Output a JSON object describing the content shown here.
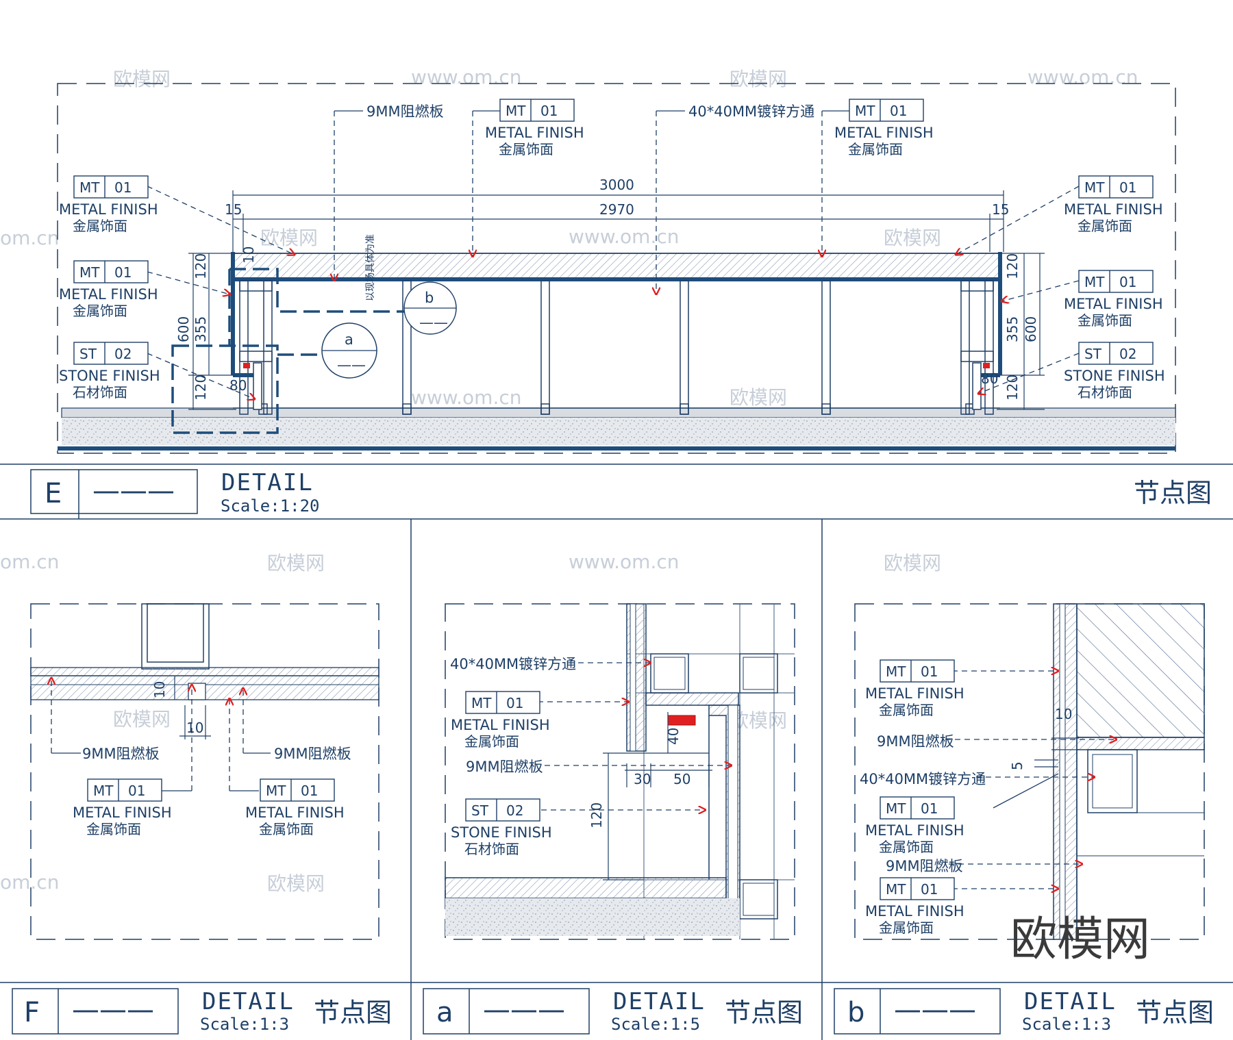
{
  "colors": {
    "line": "#1e3f66",
    "arrow": "#e02020",
    "ground": "#d9dde2",
    "hatch": "#9aa8bb",
    "thick": "#1e4d7b"
  },
  "e_panel": {
    "notes": {
      "board_9mm": "9MM阻燃板",
      "tube_40": "40*40MM镀锌方通",
      "top_left_mt": {
        "code": "MT",
        "num": "01",
        "en": "METAL FINISH",
        "cn": "金属饰面"
      },
      "top_right_mt": {
        "code": "MT",
        "num": "01",
        "en": "METAL FINISH",
        "cn": "金属饰面"
      },
      "left1": {
        "code": "MT",
        "num": "01",
        "en": "METAL FINISH",
        "cn": "金属饰面"
      },
      "left2": {
        "code": "MT",
        "num": "01",
        "en": "METAL FINISH",
        "cn": "金属饰面"
      },
      "left3": {
        "code": "ST",
        "num": "02",
        "en": "STONE FINISH",
        "cn": "石材饰面"
      },
      "right1": {
        "code": "MT",
        "num": "01",
        "en": "METAL FINISH",
        "cn": "金属饰面"
      },
      "right2": {
        "code": "MT",
        "num": "01",
        "en": "METAL FINISH",
        "cn": "金属饰面"
      },
      "right3": {
        "code": "ST",
        "num": "02",
        "en": "STONE FINISH",
        "cn": "石材饰面"
      },
      "vertical_note": "以现场具体为准"
    },
    "dims": {
      "overall": "3000",
      "inner": "2970",
      "left_edge": "15",
      "right_edge": "15",
      "h120": "120",
      "h10": "10",
      "h355": "355",
      "h600": "600",
      "h120b": "120",
      "w80": "80",
      "r120": "120",
      "r355": "355",
      "r600": "600",
      "r80": "80",
      "r120b": "120"
    },
    "callouts": {
      "a": "a",
      "b": "b",
      "dash": "——"
    },
    "title": {
      "letter": "E",
      "dash": "———",
      "detail": "DETAIL",
      "scale": "Scale:1:20",
      "cn": "节点图"
    }
  },
  "f_panel": {
    "board_left": "9MM阻燃板",
    "board_right": "9MM阻燃板",
    "mt_left": {
      "code": "MT",
      "num": "01",
      "en": "METAL FINISH",
      "cn": "金属饰面"
    },
    "mt_right": {
      "code": "MT",
      "num": "01",
      "en": "METAL FINISH",
      "cn": "金属饰面"
    },
    "dim_gap": "10",
    "dim_thk": "10",
    "title": {
      "letter": "F",
      "dash": "———",
      "detail": "DETAIL",
      "scale": "Scale:1:3",
      "cn": "节点图"
    }
  },
  "a_panel": {
    "tube": "40*40MM镀锌方通",
    "mt": {
      "code": "MT",
      "num": "01",
      "en": "METAL FINISH",
      "cn": "金属饰面"
    },
    "board": "9MM阻燃板",
    "st": {
      "code": "ST",
      "num": "02",
      "en": "STONE FINISH",
      "cn": "石材饰面"
    },
    "dims": {
      "d30": "30",
      "d50": "50",
      "d40": "40",
      "d120": "120"
    },
    "title": {
      "letter": "a",
      "dash": "———",
      "detail": "DETAIL",
      "scale": "Scale:1:5",
      "cn": "节点图"
    }
  },
  "b_panel": {
    "mt1": {
      "code": "MT",
      "num": "01",
      "en": "METAL FINISH",
      "cn": "金属饰面"
    },
    "board1": "9MM阻燃板",
    "tube": "40*40MM镀锌方通",
    "mt2": {
      "code": "MT",
      "num": "01",
      "en": "METAL FINISH",
      "cn": "金属饰面"
    },
    "board2": "9MM阻燃板",
    "mt3": {
      "code": "MT",
      "num": "01",
      "en": "METAL FINISH",
      "cn": "金属饰面"
    },
    "dims": {
      "d10": "10",
      "d5": "5"
    },
    "title": {
      "letter": "b",
      "dash": "———",
      "detail": "DETAIL",
      "scale": "Scale:1:3",
      "cn": "节点图"
    }
  },
  "watermarks": {
    "site": "www.om.cn",
    "brand": "欧模网",
    "short": "om.cn"
  },
  "logo": "欧模网"
}
